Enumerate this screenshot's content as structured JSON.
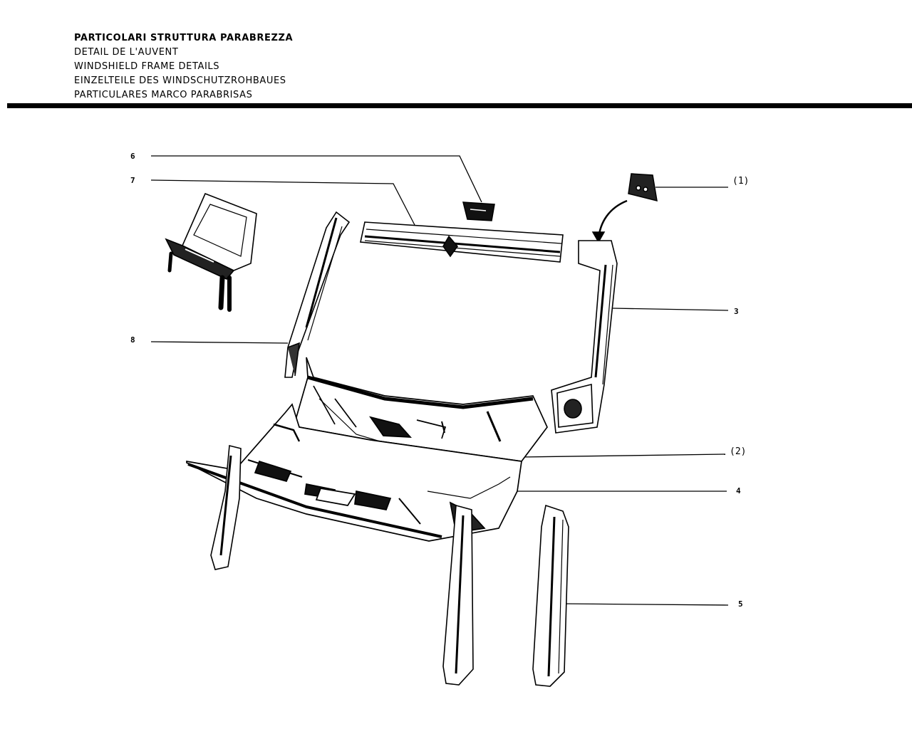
{
  "header": {
    "title_it": "PARTICOLARI STRUTTURA PARABREZZA",
    "title_fr": "DETAIL DE L'AUVENT",
    "title_en": "WINDSHIELD FRAME DETAILS",
    "title_de": "EINZELTEILE DES WINDSCHUTZROHBAUES",
    "title_es": "PARTICULARES MARCO PARABRISAS"
  },
  "callouts": {
    "c6": "6",
    "c7": "7",
    "c8": "8",
    "c1": "(1)",
    "c3": "3",
    "c2": "(2)",
    "c4": "4",
    "c5": "5"
  },
  "colors": {
    "ink": "#000000",
    "paper": "#ffffff"
  }
}
